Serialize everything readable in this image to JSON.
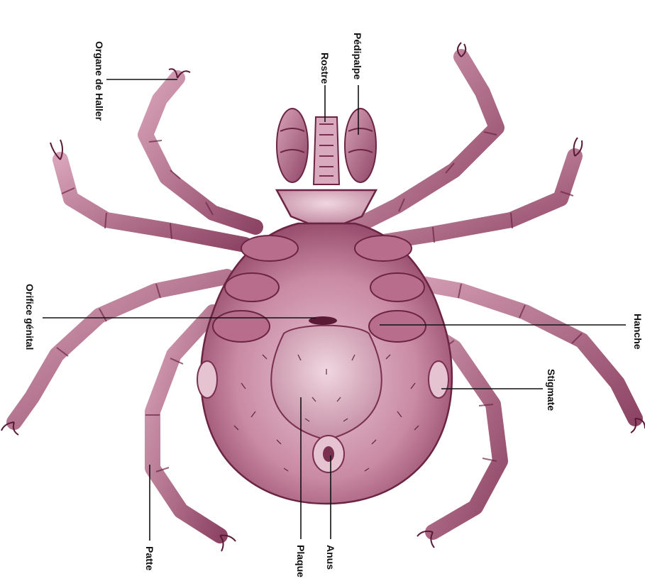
{
  "diagram": {
    "labels": {
      "organe_de_haller": "Organe de Haller",
      "rostre": "Rostre",
      "pedipalpe": "Pédipalpe",
      "orifice_genital": "Orifice génital",
      "hanche": "Hanche",
      "stigmate": "Stigmate",
      "patte": "Patte",
      "plaque": "Plaque",
      "anus": "Anus"
    },
    "colors": {
      "body": "#c98aa3",
      "body_dark": "#7a2f4f",
      "body_light": "#e6c3d1",
      "leader_line": "#111111"
    }
  }
}
